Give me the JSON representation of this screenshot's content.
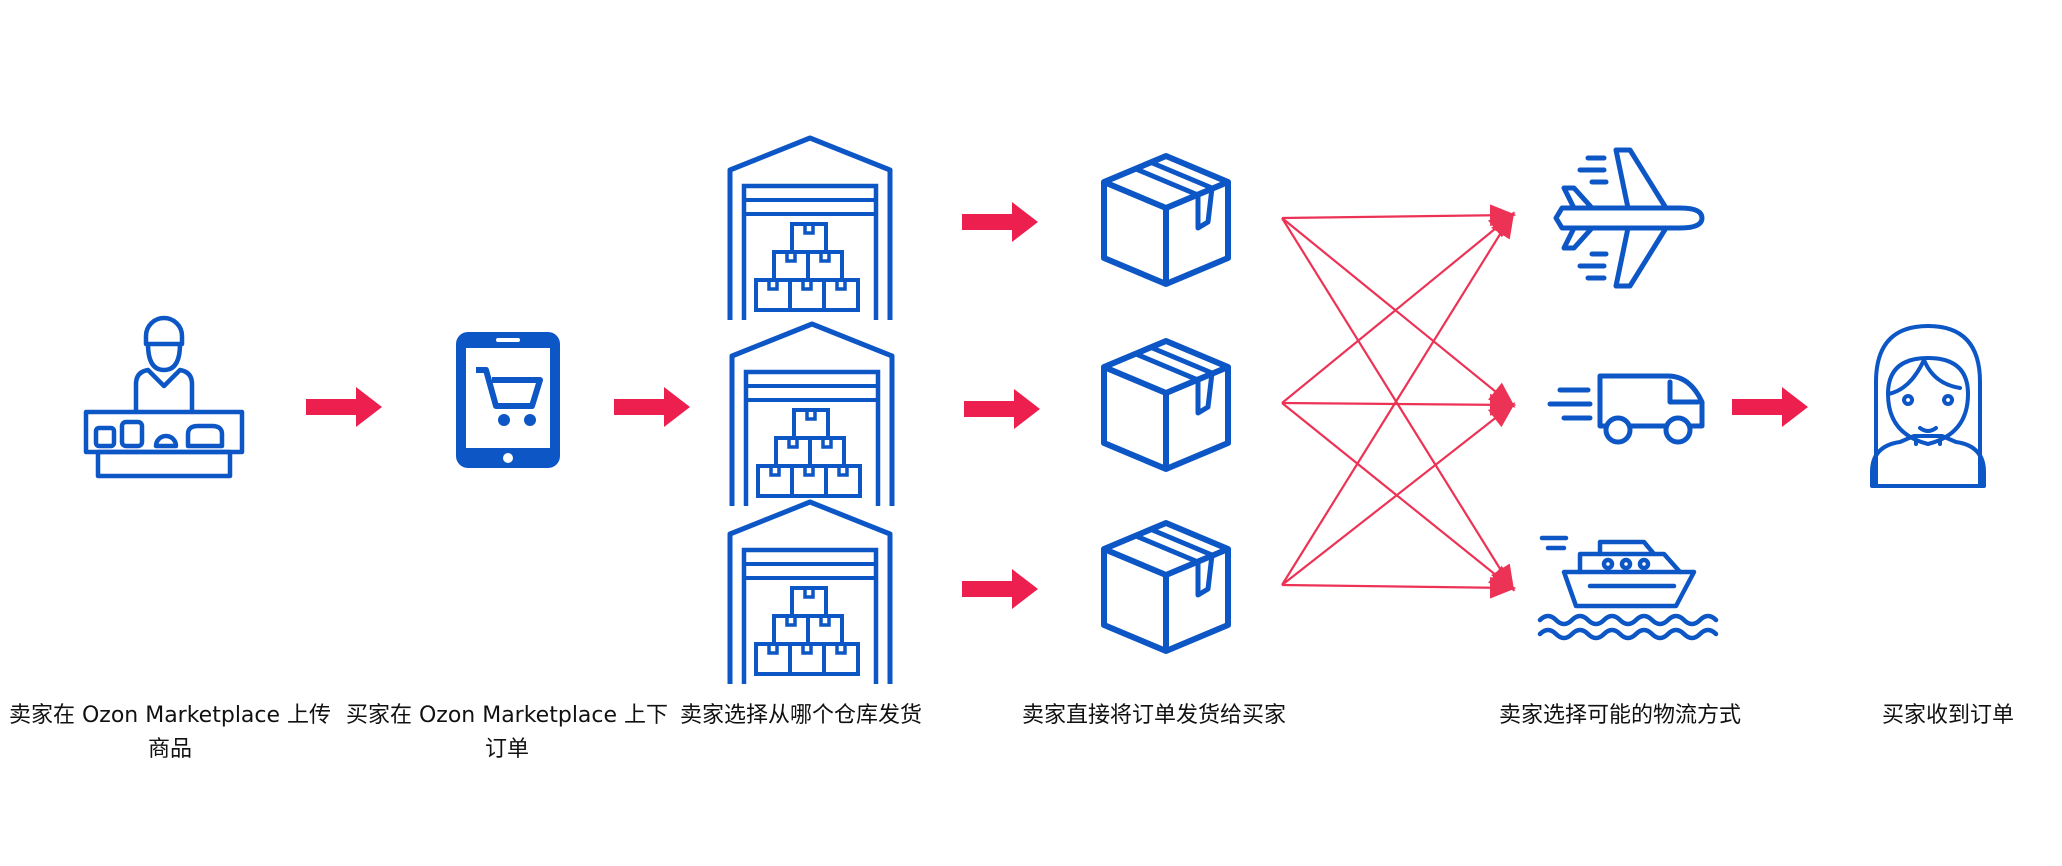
{
  "colors": {
    "icon_blue": "#0d56c6",
    "arrow_red": "#ec1f4f",
    "line_red": "#ec3356"
  },
  "steps": [
    {
      "icon": "seller-at-counter-icon",
      "caption_lines": [
        "卖家在 Ozon Marketplace 上传",
        "商品"
      ]
    },
    {
      "icon": "phone-shopping-cart-icon",
      "caption_lines": [
        "买家在 Ozon Marketplace 上下",
        "订单"
      ]
    },
    {
      "icon": "warehouse-icon",
      "caption_lines": [
        "卖家选择从哪个仓库发货"
      ]
    },
    {
      "icon": "package-box-icon",
      "caption_lines": [
        "卖家直接将订单发货给买家"
      ]
    },
    {
      "icon": "logistics-icons",
      "caption_lines": [
        "卖家选择可能的物流方式"
      ]
    },
    {
      "icon": "buyer-avatar-icon",
      "caption_lines": [
        "买家收到订单"
      ]
    }
  ],
  "logistics_options": [
    "airplane-icon",
    "delivery-truck-icon",
    "cruise-ship-icon"
  ]
}
